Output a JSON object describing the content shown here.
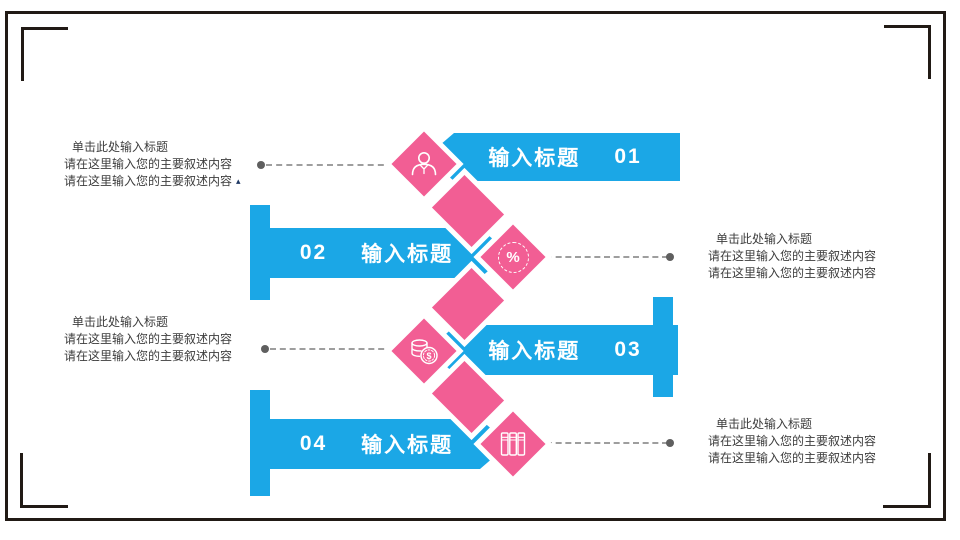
{
  "slide_type": "zigzag-four-step-infographic",
  "colors": {
    "banner_blue": "#1BA7E6",
    "ribbon_pink": "#F25E94",
    "frame_black": "#211A15",
    "connector_gray": "#9E9E9E"
  },
  "glyphs": {
    "percent": "%",
    "dollar": "$",
    "pointer": "▴"
  },
  "rows": [
    {
      "number": "01",
      "title": "输入标题",
      "icon": "person-icon",
      "desc": {
        "heading": "单击此处输入标题",
        "line1": "请在这里输入您的主要叙述内容",
        "line2": "请在这里输入您的主要叙述内容"
      }
    },
    {
      "number": "02",
      "title": "输入标题",
      "icon": "percent-icon",
      "desc": {
        "heading": "单击此处输入标题",
        "line1": "请在这里输入您的主要叙述内容",
        "line2": "请在这里输入您的主要叙述内容"
      }
    },
    {
      "number": "03",
      "title": "输入标题",
      "icon": "coins-icon",
      "desc": {
        "heading": "单击此处输入标题",
        "line1": "请在这里输入您的主要叙述内容",
        "line2": "请在这里输入您的主要叙述内容"
      }
    },
    {
      "number": "04",
      "title": "输入标题",
      "icon": "books-icon",
      "desc": {
        "heading": "单击此处输入标题",
        "line1": "请在这里输入您的主要叙述内容",
        "line2": "请在这里输入您的主要叙述内容"
      }
    }
  ]
}
